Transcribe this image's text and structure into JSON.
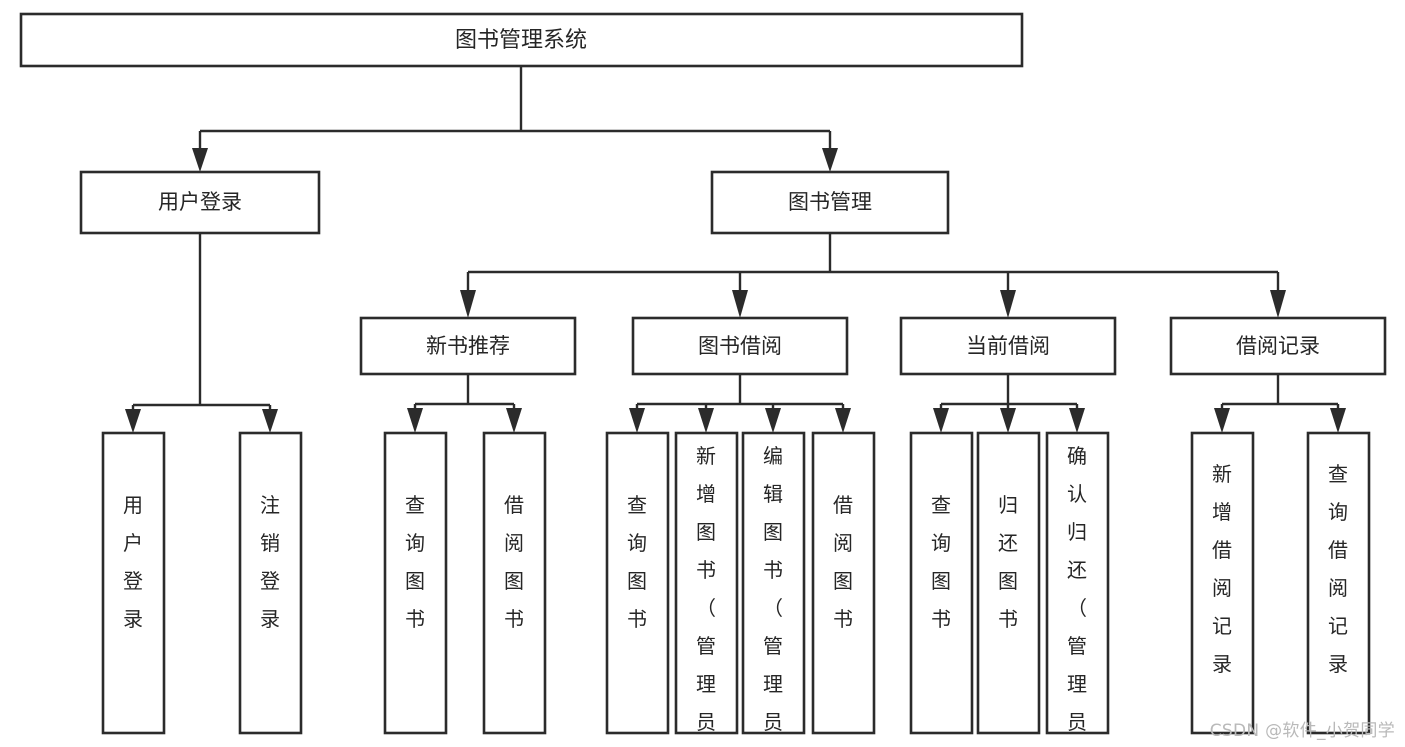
{
  "diagram": {
    "title": "图书管理系统",
    "watermark": "CSDN @软件_小贺同学",
    "accent_color": "#2b2b2b",
    "box_fill": "#ffffff",
    "background": "#ffffff"
  },
  "chart_data": {
    "type": "tree",
    "title": "图书管理系统",
    "root": {
      "id": "root",
      "label": "图书管理系统",
      "level": 0
    },
    "level1": [
      {
        "id": "user-login",
        "label": "用户登录",
        "level": 1
      },
      {
        "id": "book-manage",
        "label": "图书管理",
        "level": 1
      }
    ],
    "level2": [
      {
        "id": "new-book-recommend",
        "label": "新书推荐",
        "level": 2,
        "parent": "book-manage"
      },
      {
        "id": "book-borrow",
        "label": "图书借阅",
        "level": 2,
        "parent": "book-manage"
      },
      {
        "id": "current-borrow",
        "label": "当前借阅",
        "level": 2,
        "parent": "book-manage"
      },
      {
        "id": "borrow-record",
        "label": "借阅记录",
        "level": 2,
        "parent": "book-manage"
      }
    ],
    "leaves": [
      {
        "id": "leaf-user-login",
        "label": "用户登录",
        "parent": "user-login"
      },
      {
        "id": "leaf-user-logout",
        "label": "注销登录",
        "parent": "user-login"
      },
      {
        "id": "leaf-query-book-1",
        "label": "查询图书",
        "parent": "new-book-recommend"
      },
      {
        "id": "leaf-borrow-book-1",
        "label": "借阅图书",
        "parent": "new-book-recommend"
      },
      {
        "id": "leaf-query-book-2",
        "label": "查询图书",
        "parent": "book-borrow"
      },
      {
        "id": "leaf-add-book",
        "label": "新增图书（管理员）",
        "parent": "book-borrow"
      },
      {
        "id": "leaf-edit-book",
        "label": "编辑图书（管理员）",
        "parent": "book-borrow"
      },
      {
        "id": "leaf-borrow-book-2",
        "label": "借阅图书",
        "parent": "book-borrow"
      },
      {
        "id": "leaf-query-book-3",
        "label": "查询图书",
        "parent": "current-borrow"
      },
      {
        "id": "leaf-return-book",
        "label": "归还图书",
        "parent": "current-borrow"
      },
      {
        "id": "leaf-confirm-return",
        "label": "确认归还（管理员）",
        "parent": "current-borrow"
      },
      {
        "id": "leaf-add-record",
        "label": "新增借阅记录",
        "parent": "borrow-record"
      },
      {
        "id": "leaf-query-record",
        "label": "查询借阅记录",
        "parent": "borrow-record"
      }
    ],
    "edges": [
      {
        "from": "root",
        "to": "user-login"
      },
      {
        "from": "root",
        "to": "book-manage"
      },
      {
        "from": "user-login",
        "to": "leaf-user-login"
      },
      {
        "from": "user-login",
        "to": "leaf-user-logout"
      },
      {
        "from": "book-manage",
        "to": "new-book-recommend"
      },
      {
        "from": "book-manage",
        "to": "book-borrow"
      },
      {
        "from": "book-manage",
        "to": "current-borrow"
      },
      {
        "from": "book-manage",
        "to": "borrow-record"
      },
      {
        "from": "new-book-recommend",
        "to": "leaf-query-book-1"
      },
      {
        "from": "new-book-recommend",
        "to": "leaf-borrow-book-1"
      },
      {
        "from": "book-borrow",
        "to": "leaf-query-book-2"
      },
      {
        "from": "book-borrow",
        "to": "leaf-add-book"
      },
      {
        "from": "book-borrow",
        "to": "leaf-edit-book"
      },
      {
        "from": "book-borrow",
        "to": "leaf-borrow-book-2"
      },
      {
        "from": "current-borrow",
        "to": "leaf-query-book-3"
      },
      {
        "from": "current-borrow",
        "to": "leaf-return-book"
      },
      {
        "from": "current-borrow",
        "to": "leaf-confirm-return"
      },
      {
        "from": "borrow-record",
        "to": "leaf-add-record"
      },
      {
        "from": "borrow-record",
        "to": "leaf-query-record"
      }
    ],
    "orientation": "top-down",
    "leaf_text_direction": "vertical-rl",
    "edge_style": "orthogonal-arrow"
  }
}
